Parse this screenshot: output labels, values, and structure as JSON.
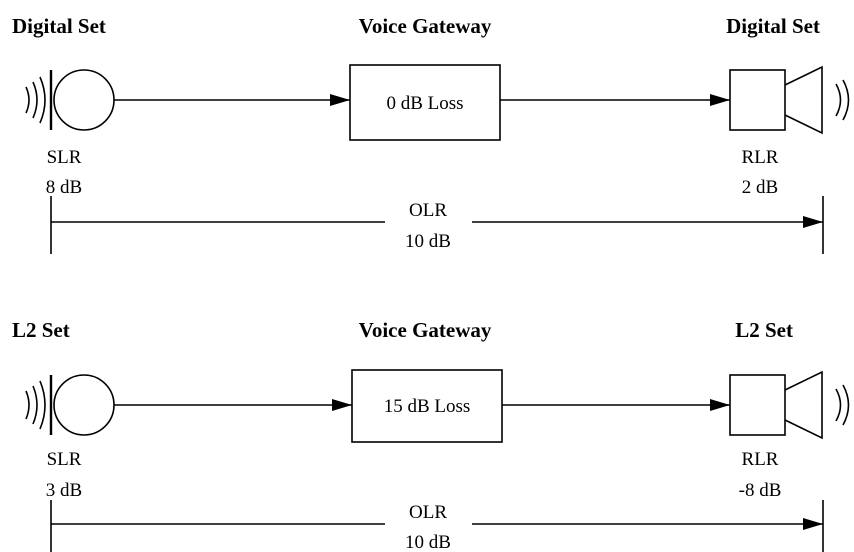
{
  "top": {
    "left_title": "Digital Set",
    "center_title": "Voice Gateway",
    "right_title": "Digital Set",
    "gateway_label": "0 dB Loss",
    "slr_label": "SLR",
    "slr_value": "8 dB",
    "rlr_label": "RLR",
    "rlr_value": "2 dB",
    "olr_label": "OLR",
    "olr_value": "10 dB"
  },
  "bottom": {
    "left_title": "L2  Set",
    "center_title": "Voice Gateway",
    "right_title": "L2  Set",
    "gateway_label": "15 dB Loss",
    "slr_label": "SLR",
    "slr_value": "3 dB",
    "rlr_label": "RLR",
    "rlr_value": "-8 dB",
    "olr_label": "OLR",
    "olr_value": "10 dB"
  },
  "icons": {
    "transmitter": "microphone-icon",
    "receiver": "speaker-icon",
    "sound": "sound-waves-icon"
  }
}
